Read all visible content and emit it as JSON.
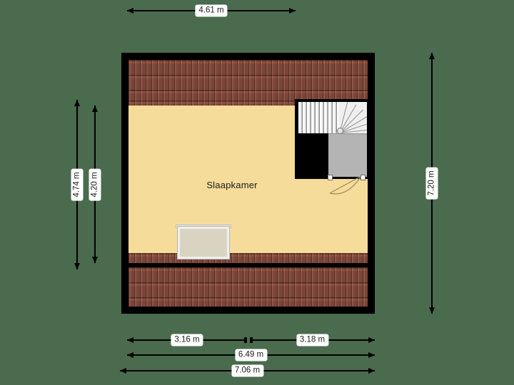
{
  "plan": {
    "room_label": "Slaapkamer",
    "colors": {
      "background": "#4a6b4d",
      "wall": "#000000",
      "roof": "#7b4436",
      "floor": "#f6dc9a",
      "stair_tread": "#dcdcdc",
      "stair_landing": "#b4b4b4",
      "dormer_fill": "#d9d3c2",
      "dimension_label_bg": "#ffffff"
    }
  },
  "dimensions": {
    "top": [
      {
        "id": "top-width",
        "label": "4.61 m"
      }
    ],
    "left": [
      {
        "id": "left-outer",
        "label": "4.74 m"
      },
      {
        "id": "left-inner",
        "label": "4.20 m"
      }
    ],
    "right": [
      {
        "id": "right-height",
        "label": "7.20 m"
      }
    ],
    "bottom": [
      {
        "id": "bottom-left-seg",
        "label": "3.16 m"
      },
      {
        "id": "bottom-right-seg",
        "label": "3.18 m"
      },
      {
        "id": "bottom-mid",
        "label": "6.49 m"
      },
      {
        "id": "bottom-total",
        "label": "7.06 m"
      }
    ]
  },
  "features": {
    "stairs": "staircase-with-winder",
    "landing": "stair-landing",
    "door": "door-with-swing-arc",
    "dormer": "dormer-window"
  }
}
